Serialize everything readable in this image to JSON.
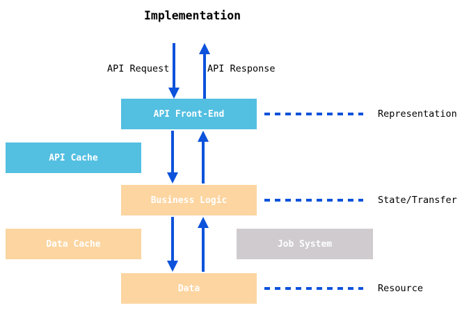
{
  "title": "Implementation",
  "flow": {
    "request_label": "API Request",
    "response_label": "API Response"
  },
  "boxes": {
    "api_front_end": {
      "label": "API Front-End"
    },
    "api_cache": {
      "label": "API Cache"
    },
    "business_logic": {
      "label": "Business Logic"
    },
    "data_cache": {
      "label": "Data Cache"
    },
    "job_system": {
      "label": "Job System"
    },
    "data": {
      "label": "Data"
    }
  },
  "layers": {
    "representation": {
      "label": "Representation"
    },
    "state_transfer": {
      "label": "State/Transfer"
    },
    "resource": {
      "label": "Resource"
    }
  },
  "colors": {
    "box_cyan": "#53bfe1",
    "box_peach": "#fcd5a1",
    "box_gray": "#cfcbce",
    "arrow_blue": "#0c52db",
    "dash_blue": "#0c52db",
    "box_text": "#ffffff",
    "text": "#000000",
    "background": "#ffffff"
  }
}
